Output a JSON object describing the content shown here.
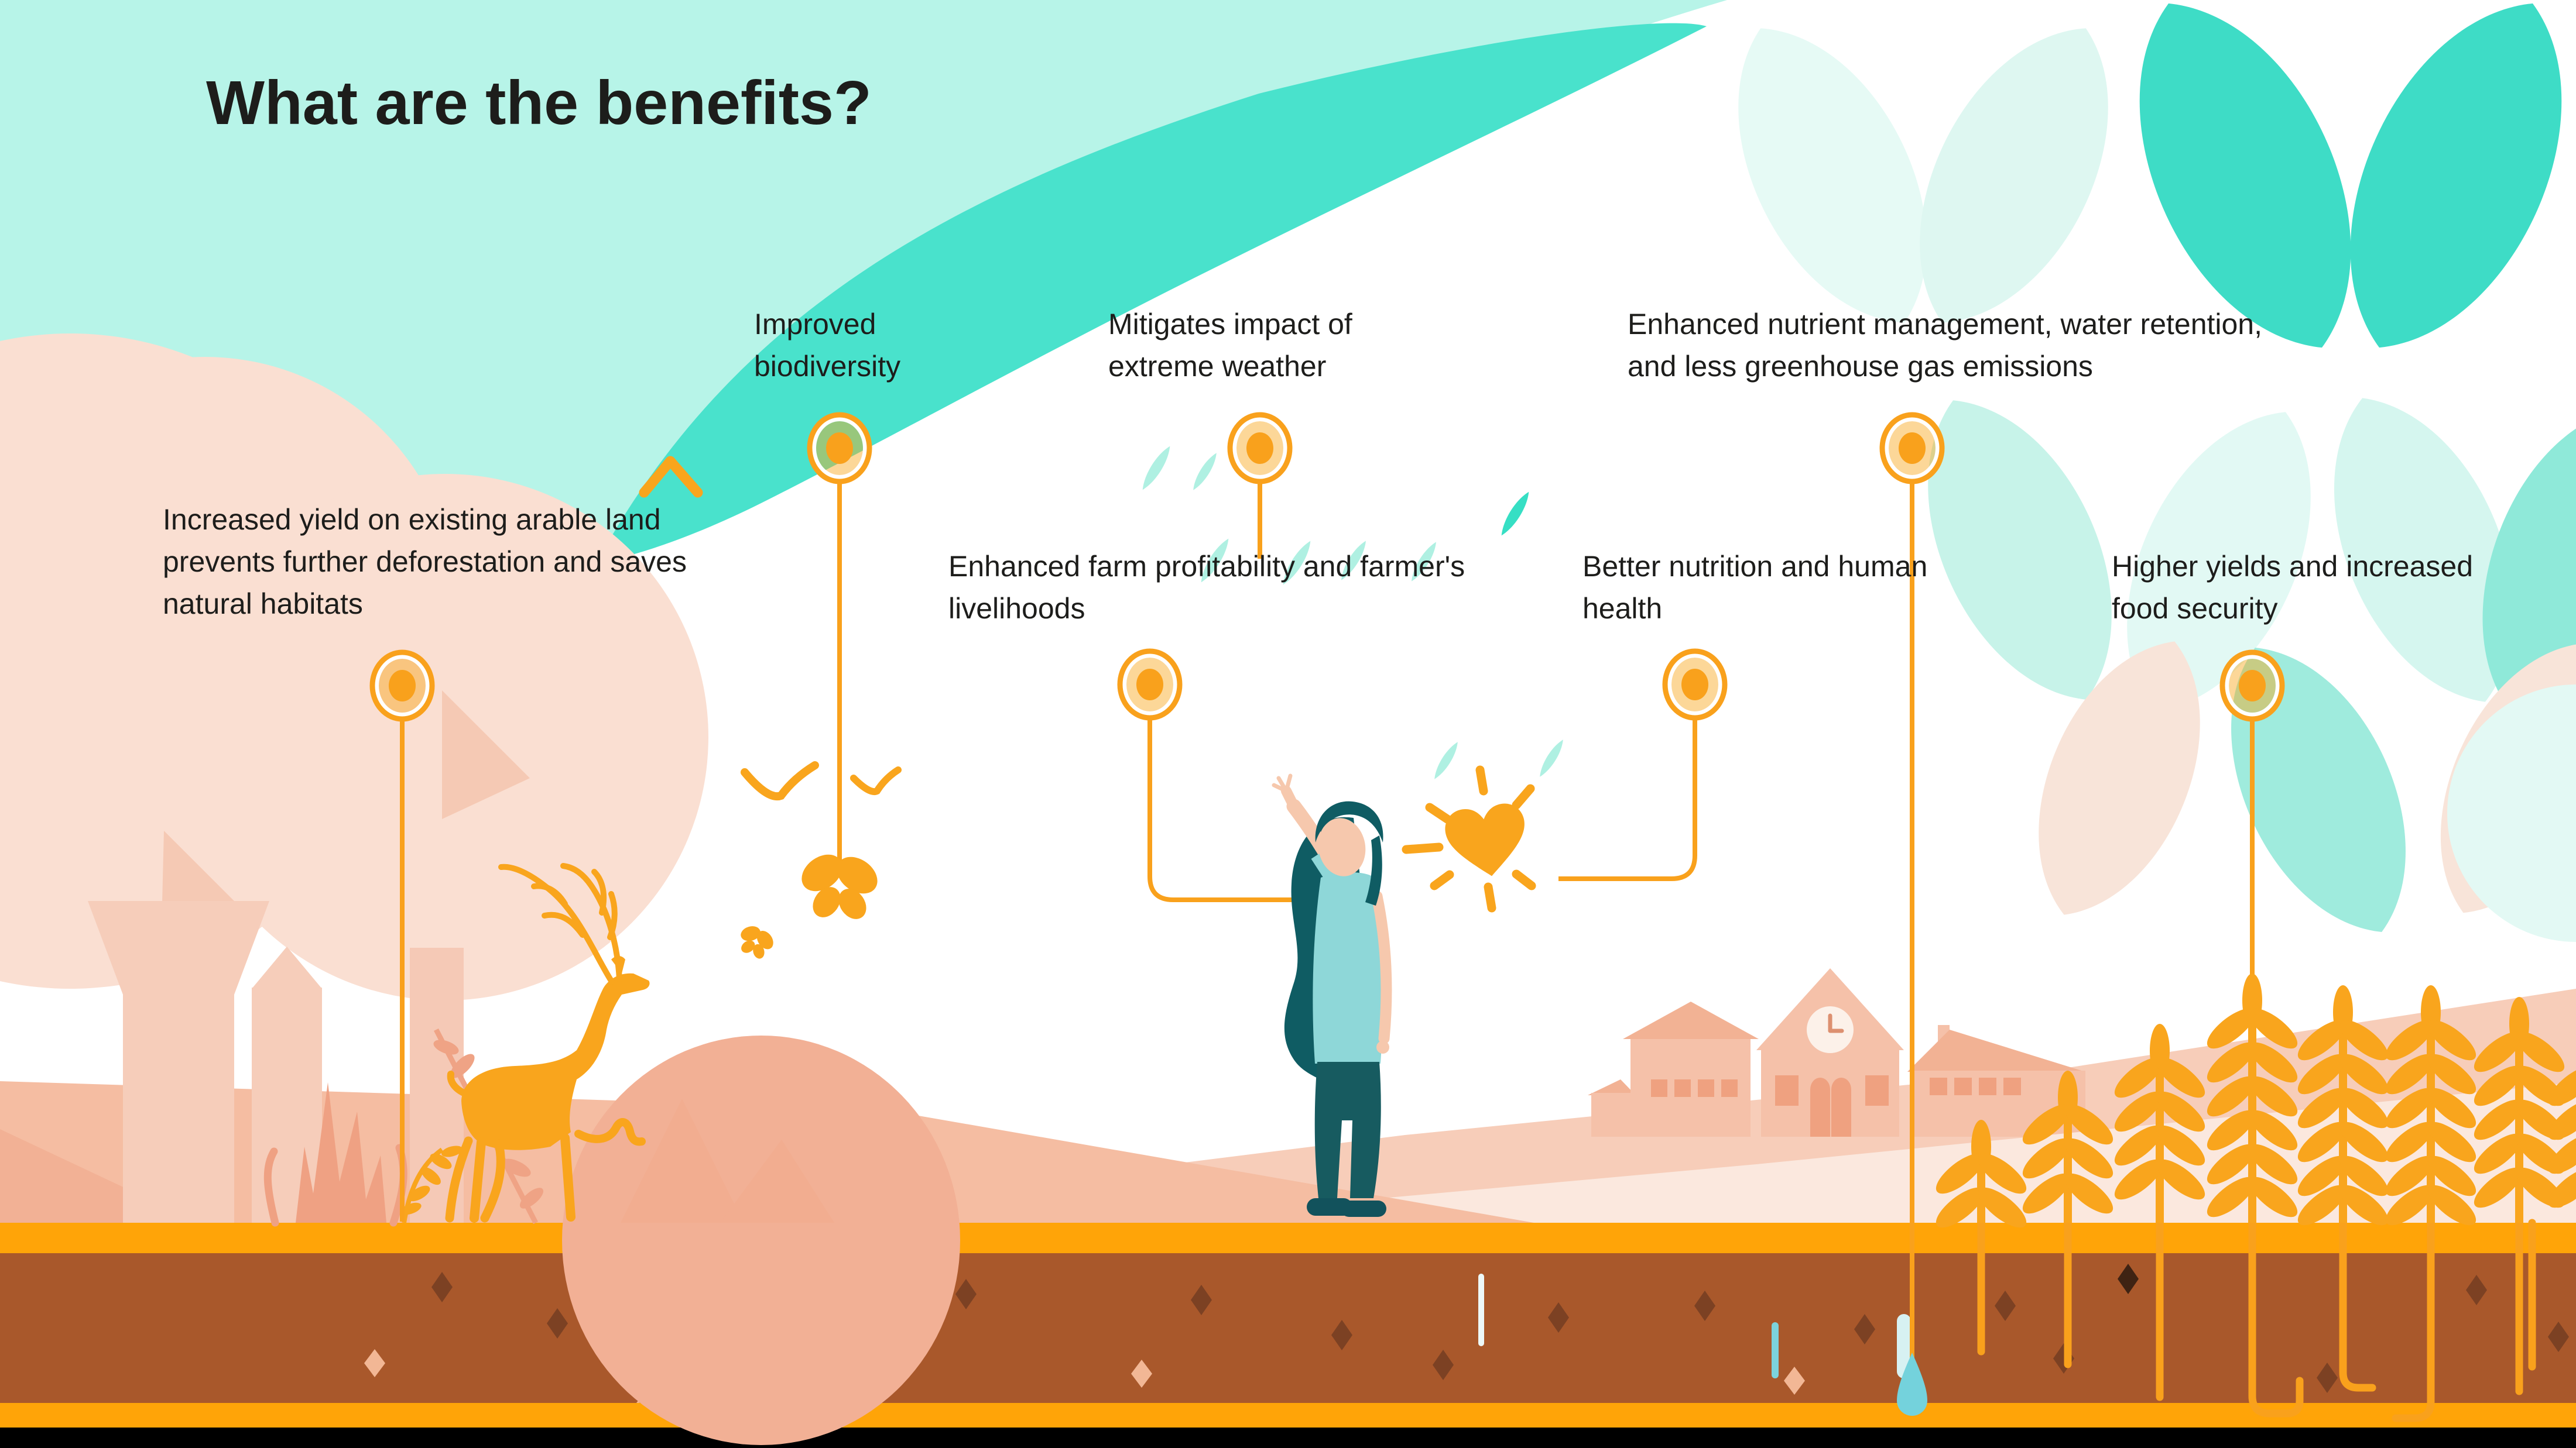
{
  "title": "What are the benefits?",
  "benefits": [
    {
      "id": "improved-biodiversity",
      "label": "Improved biodiversity"
    },
    {
      "id": "mitigates-extreme-weather",
      "label": "Mitigates impact of extreme weather"
    },
    {
      "id": "nutrient-management",
      "label": "Enhanced nutrient management, water retention, and less greenhouse gas emissions"
    },
    {
      "id": "increased-yield",
      "label": "Increased yield on existing arable land prevents further deforestation and saves natural habitats"
    },
    {
      "id": "farm-profitability",
      "label": "Enhanced farm profitability and farmer's livelihoods"
    },
    {
      "id": "nutrition-health",
      "label": "Better nutrition and human health"
    },
    {
      "id": "higher-yields",
      "label": "Higher yields and increased food security"
    }
  ],
  "colors": {
    "accent_orange": "#F9A51D",
    "marker_ring_orange": "#F9A11C",
    "teal_swoosh": "#49E2CC",
    "mint_light": "#B7F4E8",
    "petal_dark_teal": "#3EDCC6",
    "peach_tree": "#FADFD2",
    "salmon_hill": "#F5BDA2",
    "house_salmon": "#F5C1A9",
    "soil_brown": "#A9582B",
    "ground_strip_orange": "#FFA408",
    "water_teal": "#74D2DC",
    "person_shirt": "#8ED7D8",
    "person_hair": "#0F5C63",
    "text": "#1D1D1B",
    "footer_black": "#000000"
  },
  "icons": {
    "marker": "benefit-marker-icon",
    "deer": "deer-icon",
    "butterfly": "butterfly-icon",
    "bird": "bird-icon",
    "chevron": "chevron-up-icon",
    "heart_sun": "heart-sun-icon",
    "raindrop": "raindrop-icon",
    "water_droplet": "water-droplet-icon",
    "wheat": "wheat-stalk-icon",
    "houses": "village-houses-icon",
    "person": "waving-person-figure"
  }
}
